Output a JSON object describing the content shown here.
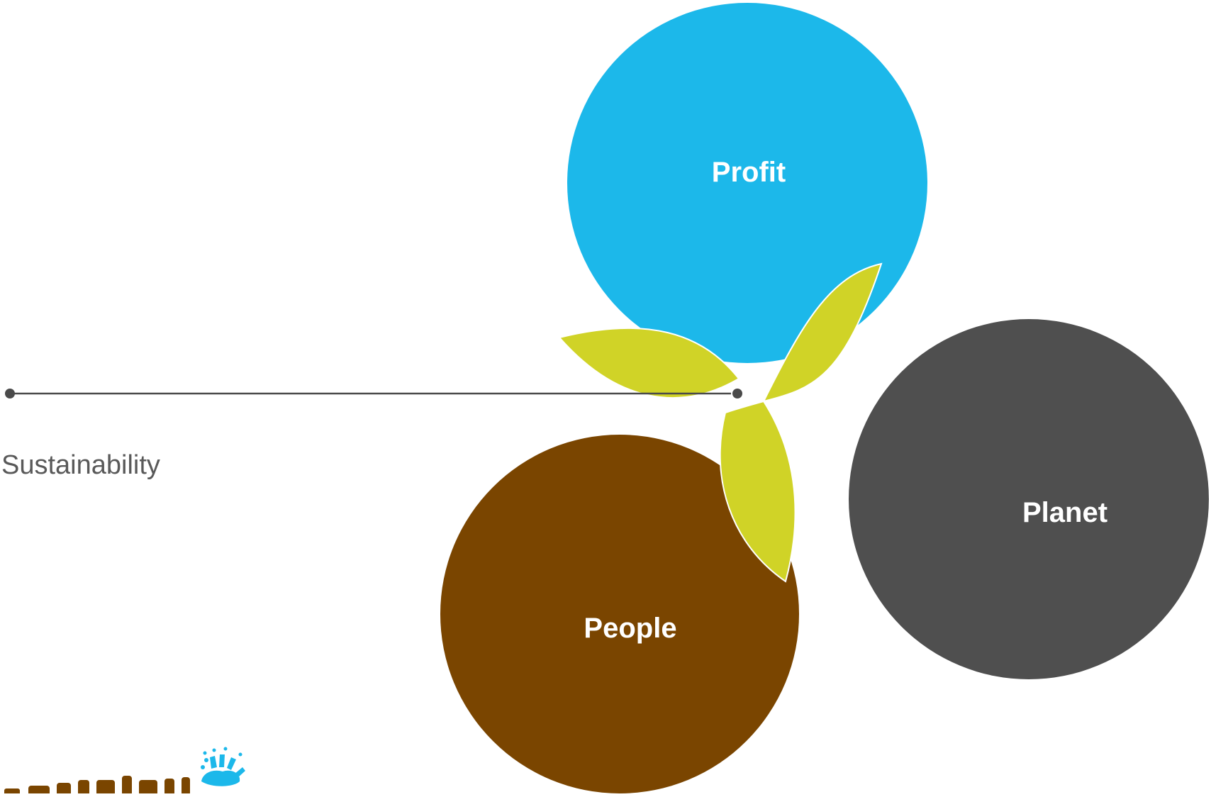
{
  "diagram": {
    "circles": {
      "profit": {
        "label": "Profit",
        "color": "#1cb8ea"
      },
      "people": {
        "label": "People",
        "color": "#7a4500"
      },
      "planet": {
        "label": "Planet",
        "color": "#4f4f4f"
      }
    },
    "leaf_color": "#d0d327",
    "connector": {
      "label": "Sustainability",
      "color": "#4a4a4a"
    }
  },
  "logo": {
    "brand_color_text": "#7a4500",
    "brand_color_hand": "#1cb8ea"
  }
}
